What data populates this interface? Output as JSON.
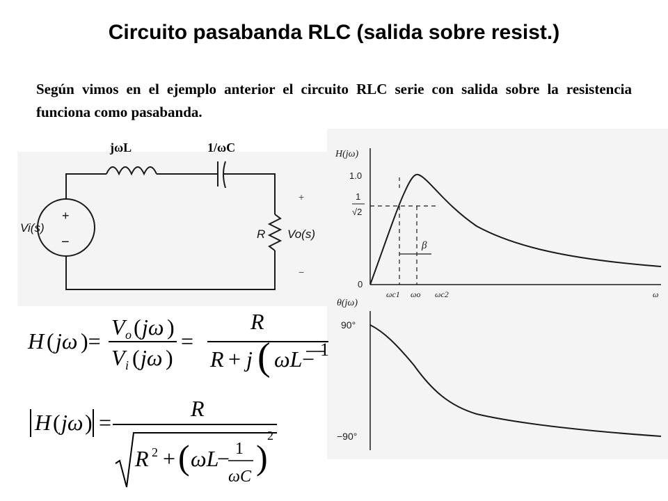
{
  "slide": {
    "title": "Circuito pasabanda RLC (salida sobre resist.)",
    "paragraph": "Según vimos en el ejemplo anterior el circuito RLC serie con salida sobre la resistencia funciona como pasabanda."
  },
  "circuit": {
    "inductor_label": "jωL",
    "capacitor_label": "1/ωC",
    "source_label": "Vi(s)",
    "resistor_label": "R",
    "output_label": "Vo(s)",
    "plus": "+",
    "minus": "−"
  },
  "plots": {
    "magnitude": {
      "y_axis": "H(jω)",
      "tick_one": "1.0",
      "tick_inv_sqrt2_num": "1",
      "tick_inv_sqrt2_den": "√2",
      "tick_zero": "0",
      "x_wc1": "ωc1",
      "x_wo": "ωo",
      "x_wc2": "ωc2",
      "x_omega": "ω",
      "beta": "β"
    },
    "phase": {
      "y_axis": "θ(jω)",
      "tick_top": "90°",
      "tick_bottom": "−90°"
    }
  },
  "equations": {
    "transfer": "H(jω) = Vo(jω)/Vi(jω) = R / (R + j(ωL − 1/ωC))",
    "magnitude": "|H(jω)| = R / √(R² + (ωL − 1/ωC)²)"
  }
}
